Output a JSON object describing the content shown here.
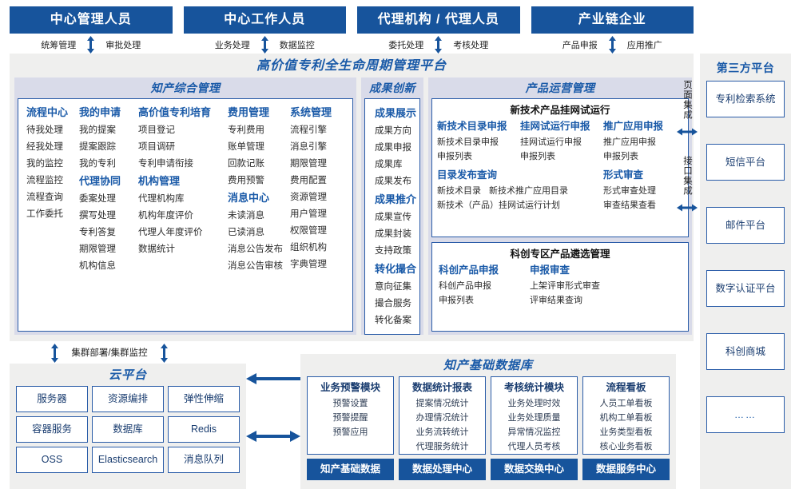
{
  "colors": {
    "banner_blue": "#17549c",
    "accent_blue": "#1a5aa8",
    "border_blue": "#2a5ca8",
    "panel_gray": "#efefee",
    "section_lavender": "#d9dbe9"
  },
  "roles": [
    {
      "title": "中心管理人员",
      "left_action": "统筹管理",
      "right_action": "审批处理",
      "arrow": "up-down-arrow-icon"
    },
    {
      "title": "中心工作人员",
      "left_action": "业务处理",
      "right_action": "数据监控",
      "arrow": "up-down-arrow-icon"
    },
    {
      "title": "代理机构 / 代理人员",
      "left_action": "委托处理",
      "right_action": "考核处理",
      "arrow": "up-down-arrow-icon"
    },
    {
      "title": "产业链企业",
      "left_action": "产品申报",
      "right_action": "应用推广",
      "arrow": "up-down-arrow-icon"
    }
  ],
  "platform": {
    "title": "高价值专利全生命周期管理平台",
    "sections": {
      "zcgl": {
        "title": "知产综合管理",
        "columns": [
          {
            "groups": [
              {
                "header": "流程中心",
                "items": [
                  "待我处理",
                  "经我处理",
                  "我的监控",
                  "流程监控",
                  "流程查询",
                  "工作委托"
                ]
              }
            ]
          },
          {
            "groups": [
              {
                "header": "我的申请",
                "items": [
                  "我的提案",
                  "提案跟踪",
                  "我的专利"
                ]
              },
              {
                "header": "代理协同",
                "items": [
                  "委案处理",
                  "撰写处理",
                  "专利答复",
                  "期限管理",
                  "机构信息"
                ]
              }
            ]
          },
          {
            "groups": [
              {
                "header": "高价值专利培育",
                "items": [
                  "项目登记",
                  "项目调研",
                  "专利申请衔接"
                ]
              },
              {
                "header": "机构管理",
                "items": [
                  "代理机构库",
                  "机构年度评价",
                  "代理人年度评价",
                  "数据统计"
                ]
              }
            ]
          },
          {
            "groups": [
              {
                "header": "费用管理",
                "items": [
                  "专利费用",
                  "账单管理",
                  "回款记账",
                  "费用预警"
                ]
              },
              {
                "header": "消息中心",
                "items": [
                  "未读消息",
                  "已读消息",
                  "消息公告发布",
                  "消息公告审核"
                ]
              }
            ]
          },
          {
            "groups": [
              {
                "header": "系统管理",
                "items": [
                  "流程引擎",
                  "消息引擎",
                  "期限管理",
                  "费用配置",
                  "资源管理",
                  "用户管理",
                  "权限管理",
                  "组织机构",
                  "字典管理"
                ]
              }
            ]
          }
        ]
      },
      "cgcx": {
        "title": "成果创新示范",
        "groups": [
          {
            "header": "成果展示",
            "items": [
              "成果方向",
              "成果申报",
              "成果库",
              "成果发布"
            ]
          },
          {
            "header": "成果推介",
            "items": [
              "成果宣传",
              "成果封装",
              "支持政策"
            ]
          },
          {
            "header": "转化撮合",
            "items": [
              "意向征集",
              "撮合服务",
              "转化备案"
            ]
          }
        ]
      },
      "cpyy": {
        "title": "产品运营管理",
        "panels": [
          {
            "title": "新技术产品挂网试运行",
            "columns": [
              {
                "header": "新技术目录申报",
                "items": [
                  "新技术目录申报",
                  "申报列表"
                ]
              },
              {
                "header": "挂网试运行申报",
                "items": [
                  "挂网试运行申报",
                  "申报列表"
                ]
              },
              {
                "header": "推广应用申报",
                "items": [
                  "推广应用申报",
                  "申报列表"
                ]
              }
            ],
            "row2": [
              {
                "header": "目录发布查询",
                "inline": [
                  "新技术目录",
                  "新技术推广应用目录"
                ],
                "items": [
                  "新技术（产品）挂网试运行计划"
                ]
              },
              {
                "header": "形式审查",
                "items": [
                  "形式审查处理",
                  "审查结果查看"
                ]
              }
            ]
          },
          {
            "title": "科创专区产品遴选管理",
            "columns": [
              {
                "header": "科创产品申报",
                "items": [
                  "科创产品申报",
                  "申报列表"
                ]
              },
              {
                "header": "申报审查",
                "items": [
                  "上架评审形式审查",
                  "评审结果查询"
                ]
              }
            ]
          }
        ]
      }
    }
  },
  "integration": {
    "page_label": "页面集成",
    "api_label": "接口集成",
    "arrow": "left-right-arrow-icon"
  },
  "third_party": {
    "title": "第三方平台",
    "items": [
      "专利检索系统",
      "短信平台",
      "邮件平台",
      "数字认证平台",
      "科创商城",
      "……"
    ]
  },
  "cluster": {
    "label": "集群部署/集群监控",
    "arrow": "up-down-arrow-icon"
  },
  "cloud": {
    "title": "云平台",
    "cells": [
      "服务器",
      "资源编排",
      "弹性伸缩",
      "容器服务",
      "数据库",
      "Redis",
      "OSS",
      "Elasticsearch",
      "消息队列"
    ]
  },
  "mid_arrows": {
    "top": "left-arrow-icon",
    "bottom": "left-right-arrow-icon"
  },
  "kdb": {
    "title": "知产基础数据库",
    "columns": [
      {
        "header": "业务预警模块",
        "items": [
          "预警设置",
          "预警提醒",
          "预警应用"
        ],
        "footer": "知产基础数据"
      },
      {
        "header": "数据统计报表",
        "items": [
          "提案情况统计",
          "办理情况统计",
          "业务流转统计",
          "代理服务统计"
        ],
        "footer": "数据处理中心"
      },
      {
        "header": "考核统计模块",
        "items": [
          "业务处理时效",
          "业务处理质量",
          "异常情况监控",
          "代理人员考核"
        ],
        "footer": "数据交换中心"
      },
      {
        "header": "流程看板",
        "items": [
          "人员工单看板",
          "机构工单看板",
          "业务类型看板",
          "核心业务看板"
        ],
        "footer": "数据服务中心"
      }
    ]
  }
}
